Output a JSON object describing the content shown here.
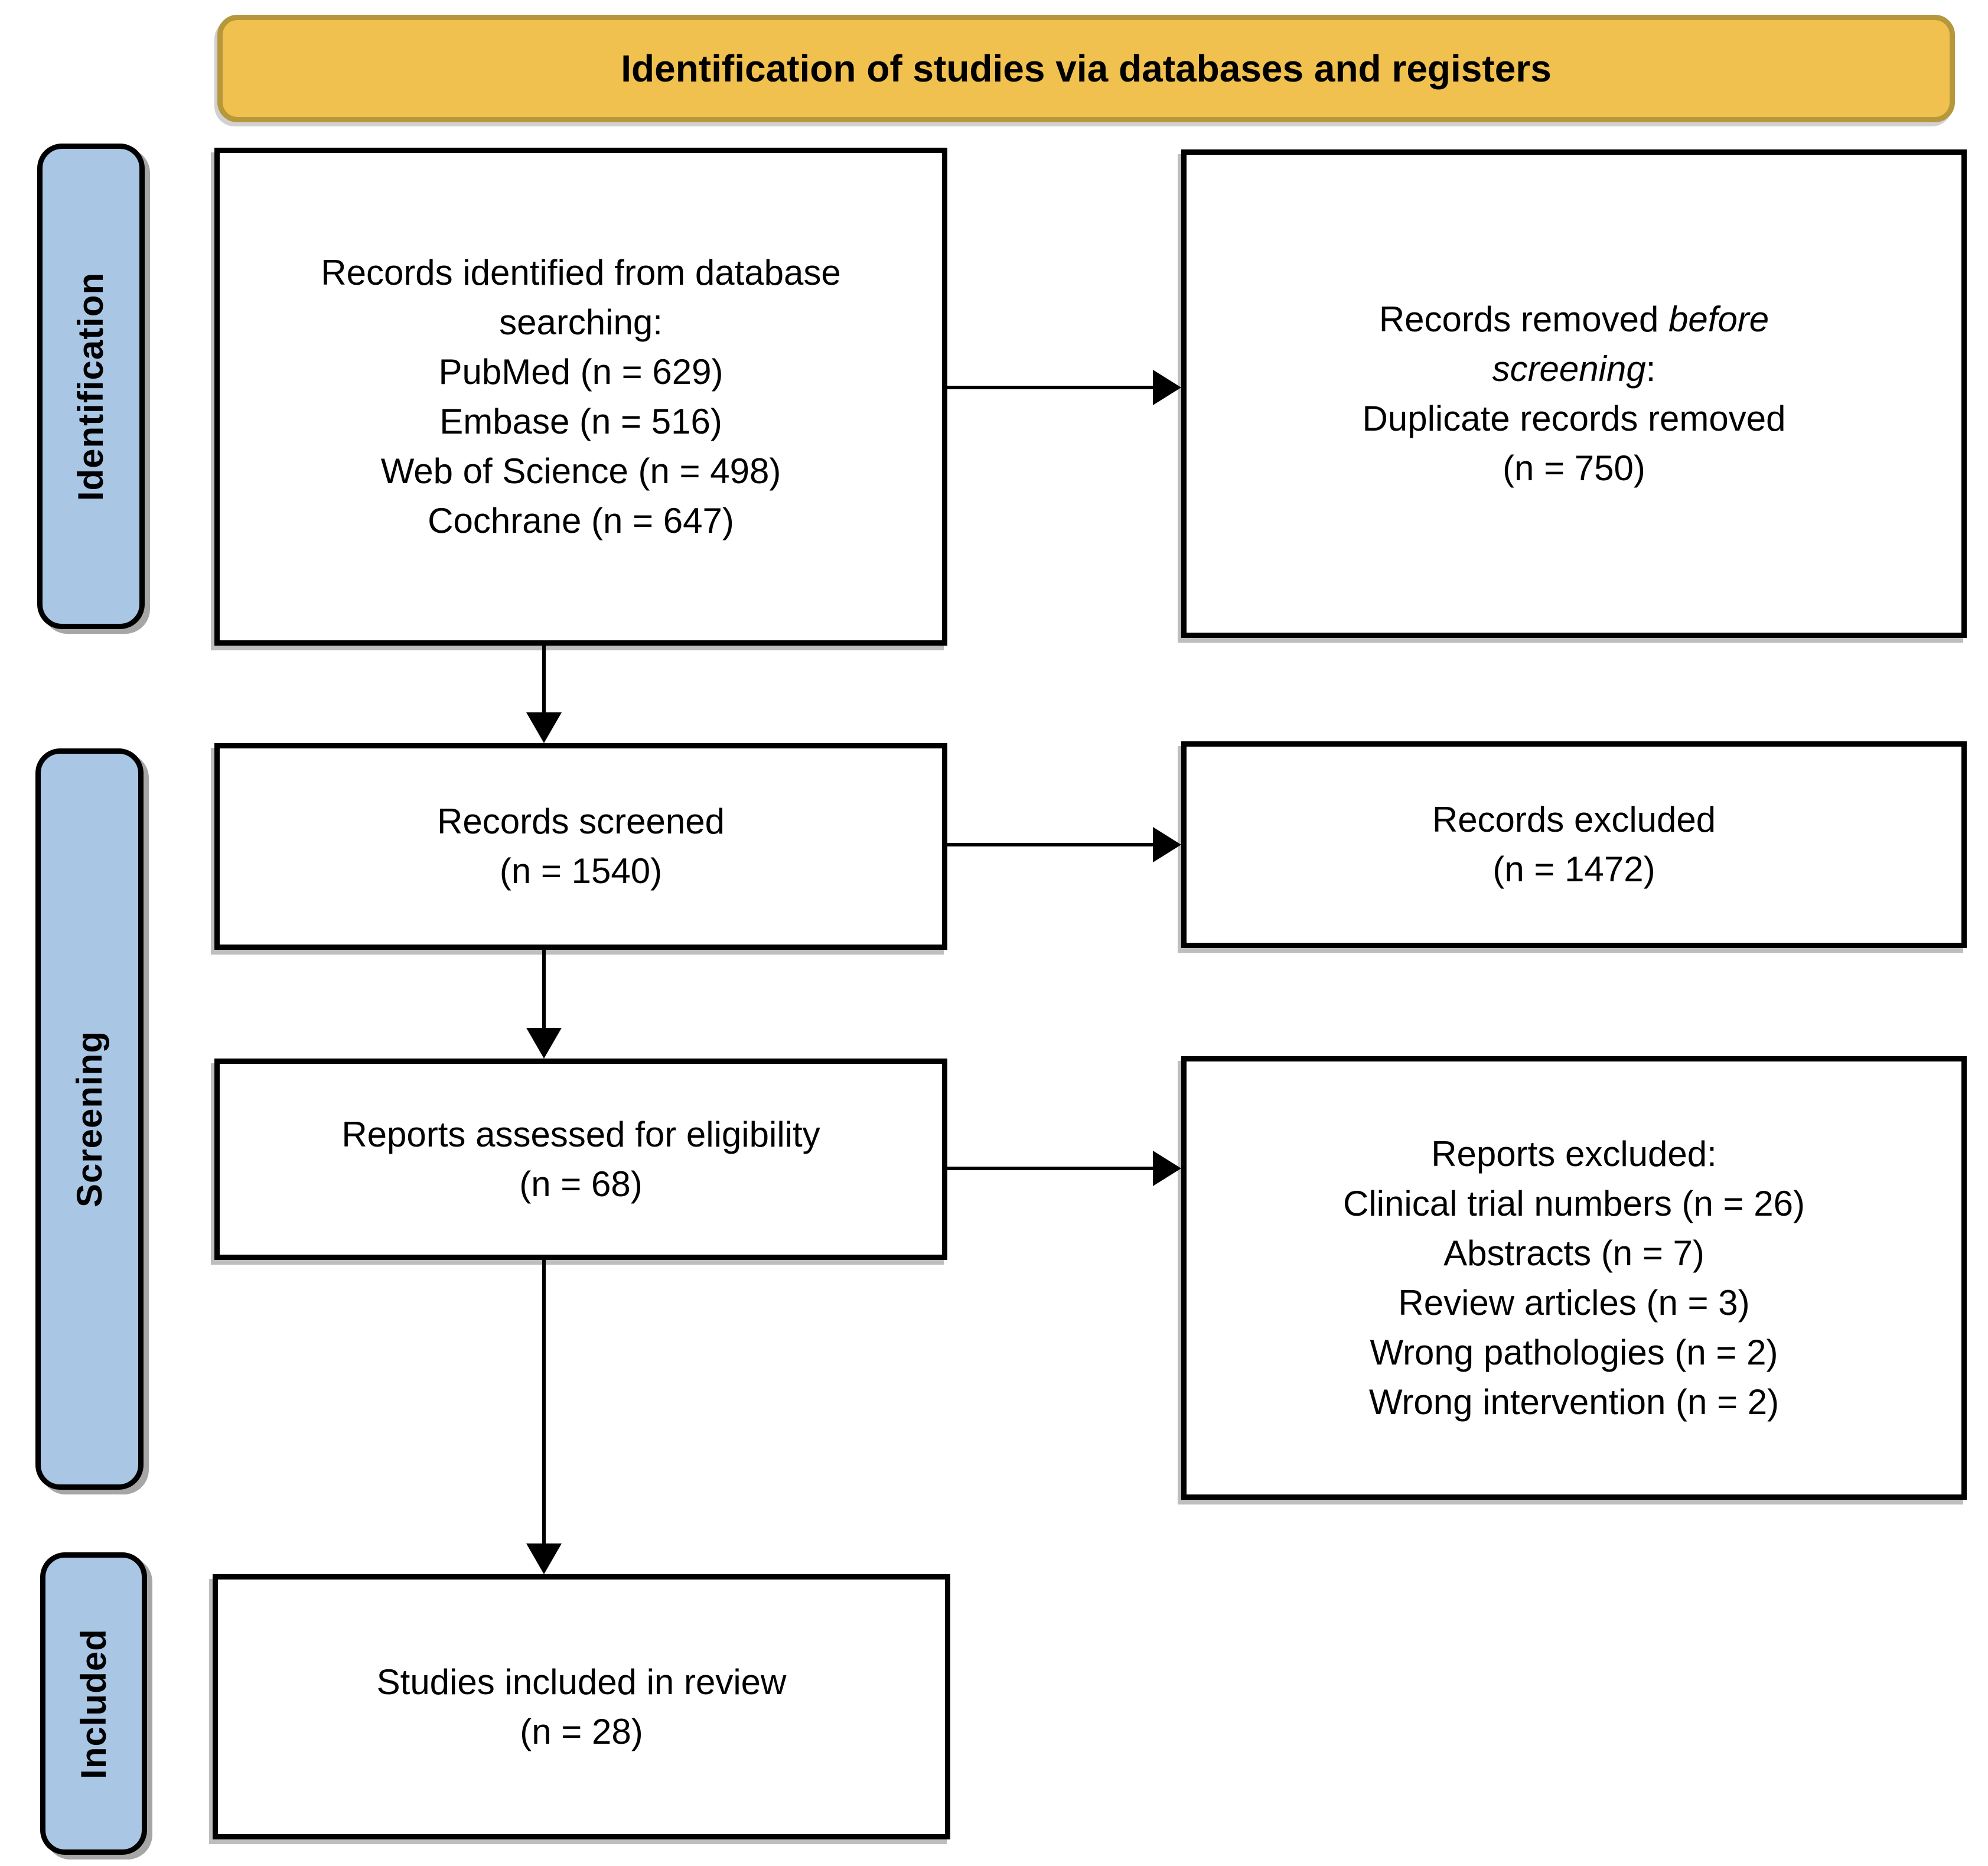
{
  "banner": {
    "title": "Identification of studies via databases and registers"
  },
  "stages": [
    {
      "label": "Identification"
    },
    {
      "label": "Screening"
    },
    {
      "label": "Included"
    }
  ],
  "boxes": {
    "identified": {
      "lines": [
        "Records identified from database",
        "searching:",
        "PubMed (n = 629)",
        "Embase (n = 516)",
        "Web of Science (n = 498)",
        "Cochrane (n = 647)"
      ]
    },
    "removed": {
      "line1_regular": "Records removed ",
      "line1_italic": "before",
      "line2_italic": "screening",
      "line2_colon": ":",
      "line3": "Duplicate records removed",
      "line4": "(n = 750)"
    },
    "screened": {
      "lines": [
        "Records screened",
        "(n = 1540)"
      ]
    },
    "records_excluded": {
      "lines": [
        "Records excluded",
        "(n = 1472)"
      ]
    },
    "assessed": {
      "lines": [
        "Reports assessed for eligibility",
        "(n = 68)"
      ]
    },
    "reports_excluded": {
      "lines": [
        "Reports excluded:",
        "Clinical trial numbers (n = 26)",
        "Abstracts (n = 7)",
        "Review articles (n = 3)",
        "Wrong pathologies (n = 2)",
        "Wrong intervention (n = 2)"
      ]
    },
    "included": {
      "lines": [
        "Studies included in review",
        "(n = 28)"
      ]
    }
  },
  "colors": {
    "banner_fill": "#F0C14F",
    "banner_border": "#B6973B",
    "stage_fill": "#A9C6E5",
    "stage_border": "#000000",
    "box_border": "#000000",
    "arrow": "#000000"
  }
}
